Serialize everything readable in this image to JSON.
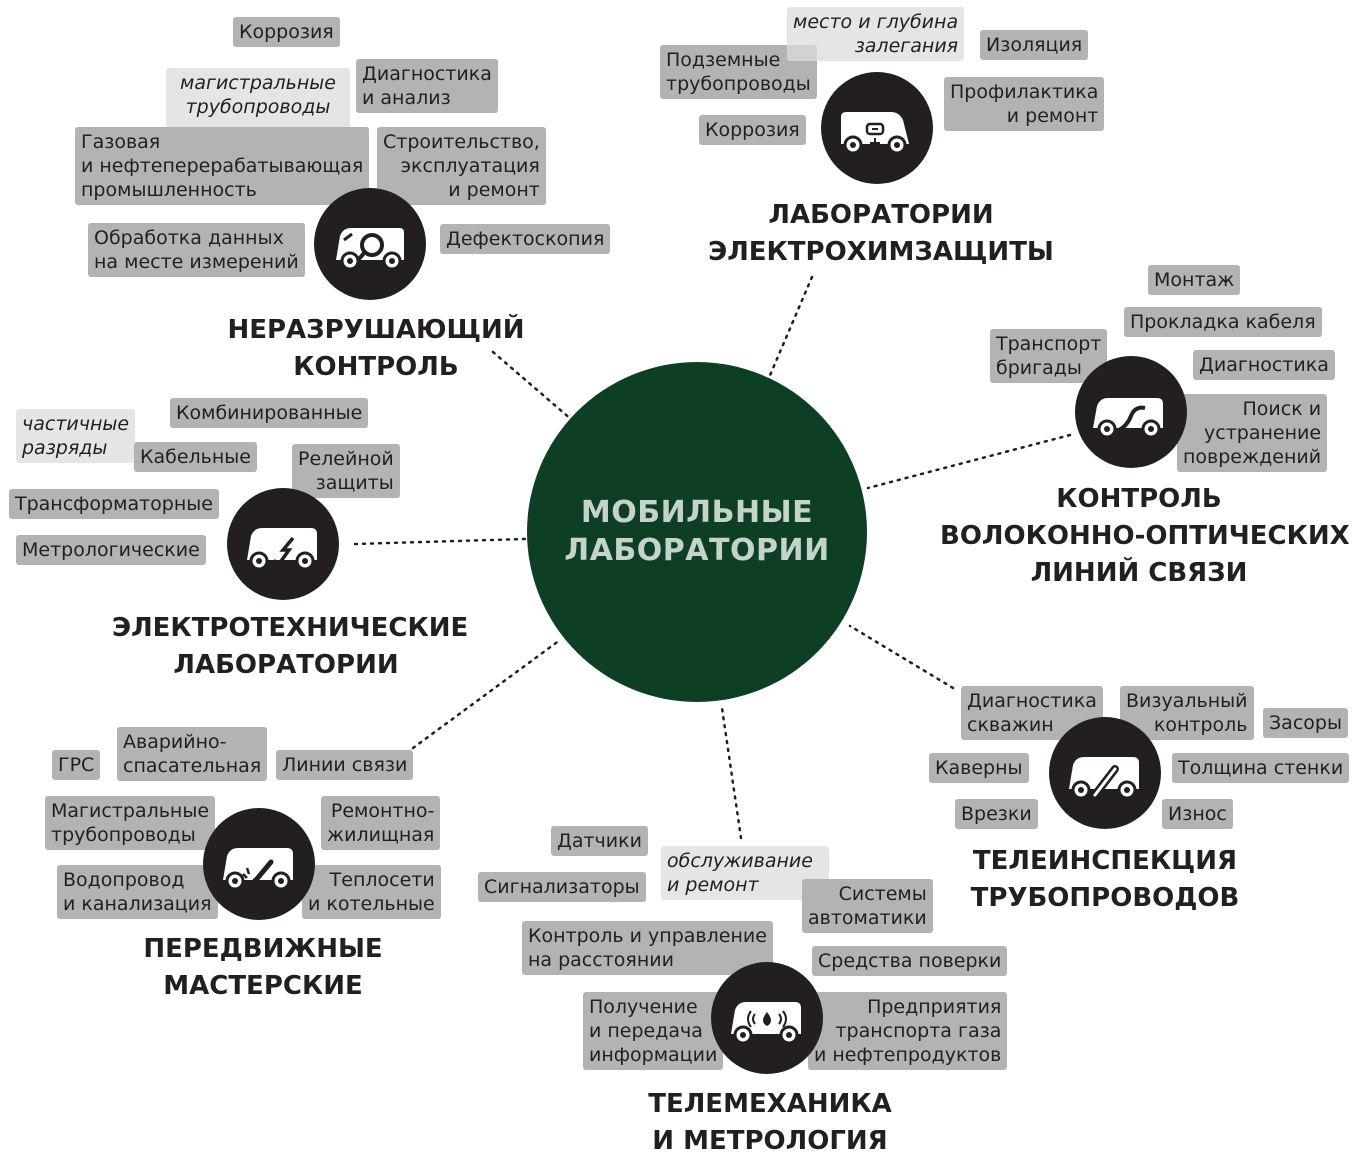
{
  "center": {
    "line1": "МОБИЛЬНЫЕ",
    "line2": "ЛАБОРАТОРИИ"
  },
  "groups": [
    {
      "id": "ndt",
      "title1": "НЕРАЗРУШАЮЩИЙ",
      "title2": "КОНТРОЛЬ",
      "icon": "van-magnifier-icon",
      "tags": [
        "Коррозия",
        "Диагностика",
        "и анализ",
        "Газовая",
        "и нефтеперерабатывающая",
        "промышленность",
        "Строительство,",
        "эксплуатация",
        "и ремонт",
        "Обработка данных",
        "на месте измерений",
        "Дефектоскопия"
      ],
      "notes": [
        "магистральные",
        "трубопроводы"
      ]
    },
    {
      "id": "ecp",
      "title1": "ЛАБОРАТОРИИ",
      "title2": "ЭЛЕКТРОХИМЗАЩИТЫ",
      "icon": "van-polarity-icon",
      "tags": [
        "Подземные",
        "трубопроводы",
        "Изоляция",
        "Профилактика",
        "и ремонт",
        "Коррозия"
      ],
      "notes": [
        "место и глубина",
        "залегания"
      ]
    },
    {
      "id": "fiber",
      "title1": "КОНТРОЛЬ",
      "title2": "ВОЛОКОННО-ОПТИЧЕСКИХ",
      "title3": "ЛИНИЙ СВЯЗИ",
      "icon": "van-cable-icon",
      "tags": [
        "Монтаж",
        "Прокладка кабеля",
        "Транспорт",
        "бригады",
        "Диагностика",
        "Поиск и",
        "устранение",
        "повреждений"
      ]
    },
    {
      "id": "electro",
      "title1": "ЭЛЕКТРОТЕХНИЧЕСКИЕ",
      "title2": "ЛАБОРАТОРИИ",
      "icon": "van-lightning-icon",
      "tags": [
        "Комбинированные",
        "Кабельные",
        "Релейной",
        "защиты",
        "Трансформаторные",
        "Метрологические"
      ],
      "notes": [
        "частичные",
        "разряды"
      ]
    },
    {
      "id": "tv",
      "title1": "ТЕЛЕИНСПЕКЦИЯ",
      "title2": "ТРУБОПРОВОДОВ",
      "icon": "van-pipe-icon",
      "tags": [
        "Диагностика",
        "скважин",
        "Визуальный",
        "контроль",
        "Засоры",
        "Каверны",
        "Толщина стенки",
        "Врезки",
        "Износ"
      ]
    },
    {
      "id": "workshop",
      "title1": "ПЕРЕДВИЖНЫЕ",
      "title2": "МАСТЕРСКИЕ",
      "icon": "van-welding-icon",
      "tags": [
        "ГРС",
        "Аварийно-",
        "спасательная",
        "Линии связи",
        "Магистральные",
        "трубопроводы",
        "Ремонтно-",
        "жилищная",
        "Водопровод",
        "и канализация",
        "Теплосети",
        "и котельные"
      ]
    },
    {
      "id": "telemech",
      "title1": "ТЕЛЕМЕХАНИКА",
      "title2": "И МЕТРОЛОГИЯ",
      "icon": "van-gauge-icon",
      "tags": [
        "Датчики",
        "Сигнализаторы",
        "Системы",
        "автоматики",
        "Контроль и управление",
        "на расстоянии",
        "Средства поверки",
        "Получение",
        "и передача",
        "информации",
        "Предприятия",
        "транспорта газа",
        "и нефтепродуктов"
      ],
      "notes": [
        "обслуживание",
        "и ремонт"
      ]
    }
  ]
}
